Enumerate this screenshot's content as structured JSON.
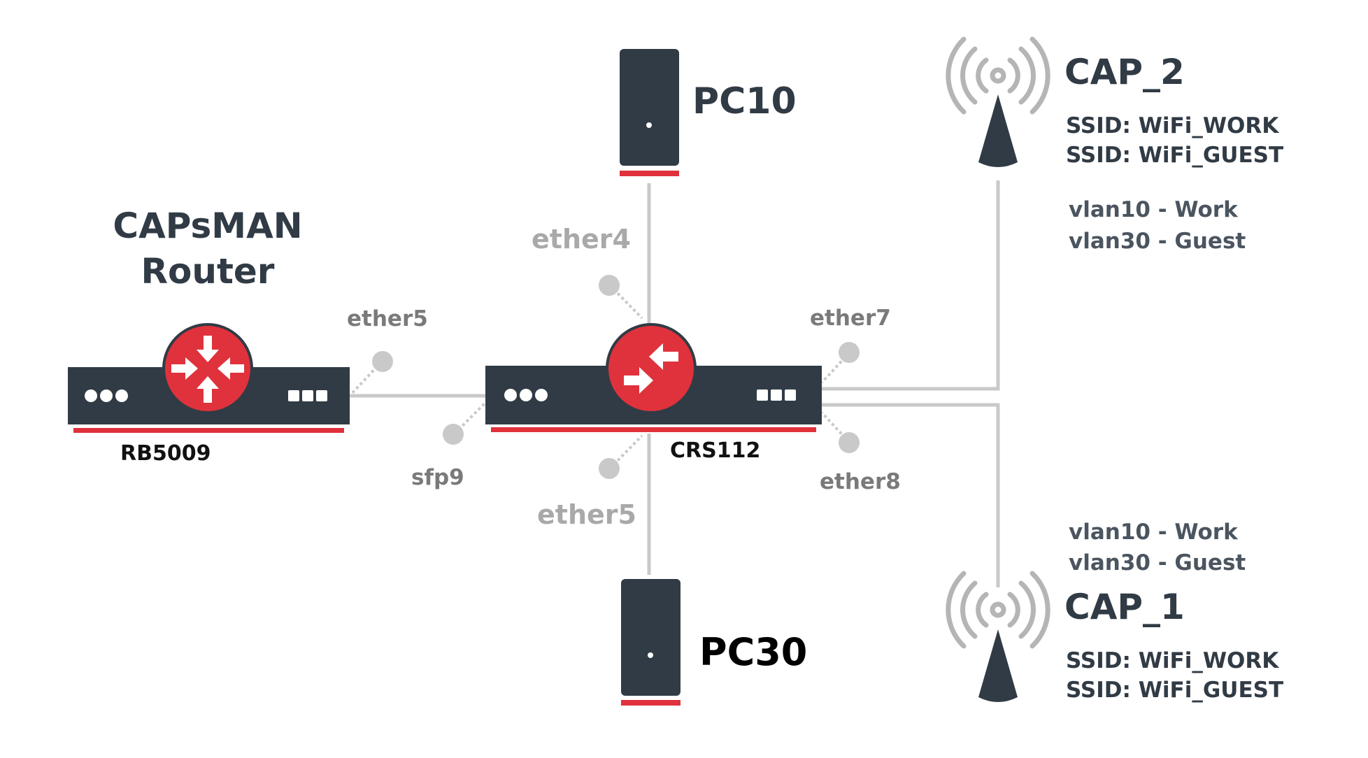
{
  "router": {
    "title_line1": "CAPsMAN",
    "title_line2": "Router",
    "model": "RB5009",
    "port_label": "ether5"
  },
  "switch": {
    "model": "CRS112",
    "ports": {
      "sfp9": "sfp9",
      "ether4": "ether4",
      "ether5": "ether5",
      "ether7": "ether7",
      "ether8": "ether8"
    }
  },
  "pc10": {
    "label": "PC10"
  },
  "pc30": {
    "label": "PC30"
  },
  "cap2": {
    "label": "CAP_2",
    "ssid_work": "SSID: WiFi_WORK",
    "ssid_guest": "SSID: WiFi_GUEST",
    "vlan_work": "vlan10 - Work",
    "vlan_guest": "vlan30 - Guest"
  },
  "cap1": {
    "label": "CAP_1",
    "ssid_work": "SSID: WiFi_WORK",
    "ssid_guest": "SSID: WiFi_GUEST",
    "vlan_work": "vlan10 - Work",
    "vlan_guest": "vlan30 - Guest"
  },
  "colors": {
    "device_body": "#313b45",
    "accent_red": "#e0323c",
    "cable": "#c9c9c9",
    "port_text": "#7a7a7a",
    "port_text_light": "#a9a9a9"
  }
}
